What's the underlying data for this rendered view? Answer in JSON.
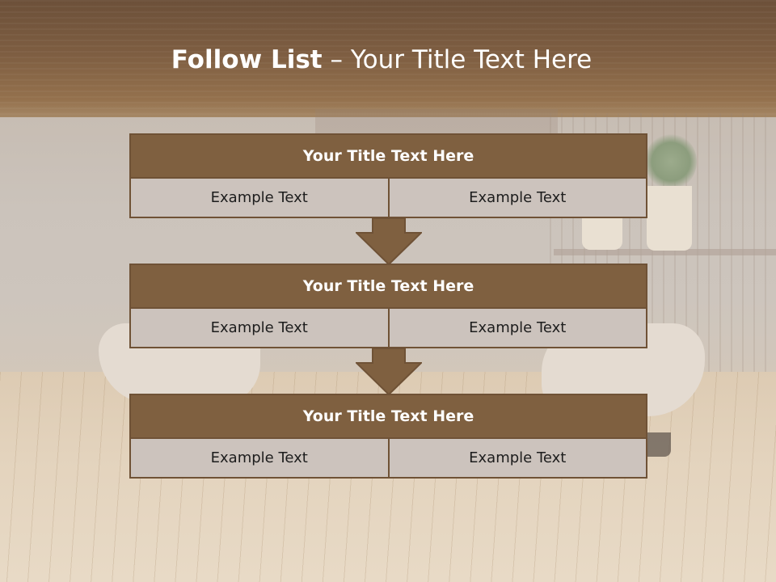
{
  "slide": {
    "title_bold": "Follow List",
    "title_rest": " – Your Title Text Here"
  },
  "steps": [
    {
      "title": "Your Title Text Here",
      "left": "Example Text",
      "right": "Example Text"
    },
    {
      "title": "Your Title Text Here",
      "left": "Example Text",
      "right": "Example Text"
    },
    {
      "title": "Your Title Text Here",
      "left": "Example Text",
      "right": "Example Text"
    }
  ],
  "colors": {
    "title_bar": "#7f6040",
    "cell_background": "#ccc3bd",
    "arrow_fill": "#7f6040",
    "border": "#6f5236"
  },
  "icons": [
    "down-arrow-icon"
  ]
}
